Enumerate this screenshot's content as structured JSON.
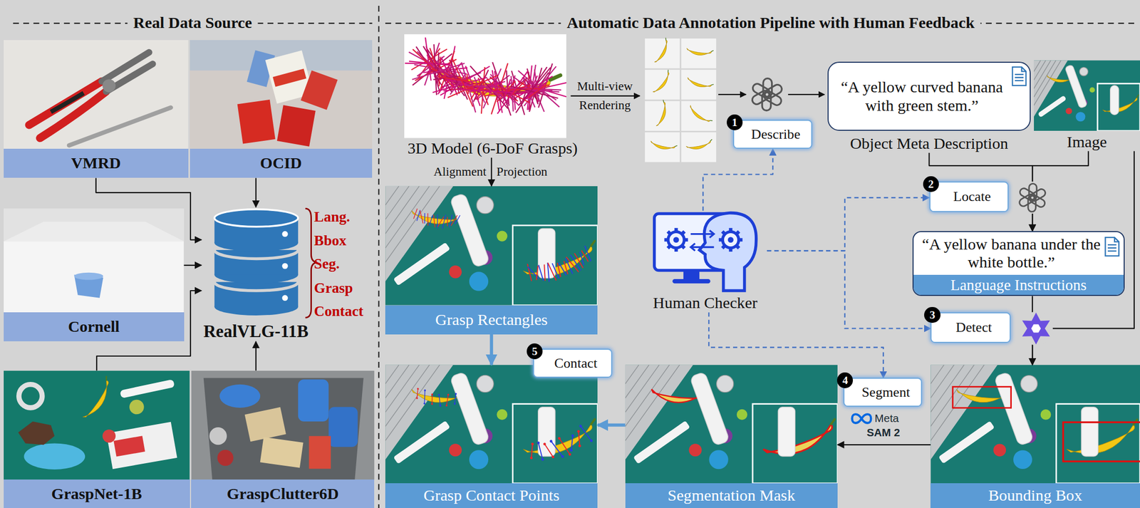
{
  "diagram": {
    "nodes": [
      {
        "text": [
          "VMRD"
        ]
      },
      {
        "text": [
          "OCID"
        ]
      },
      {
        "text": [
          "Cornell"
        ]
      },
      {
        "text": [
          "GraspNet-1B"
        ]
      },
      {
        "text": [
          "GraspClutter6D"
        ]
      },
      {
        "text": [
          "RealVLG-11B"
        ]
      },
      {
        "text": [
          "3D Model (6-DoF Grasps)"
        ]
      },
      {
        "text": [
          "Grasp Rectangles"
        ]
      },
      {
        "text": [
          "1",
          "Describe"
        ]
      },
      {
        "text": [
          "“A yellow curved banana with green stem.”",
          "Object Meta Description"
        ]
      },
      {
        "text": [
          "Image"
        ]
      },
      {
        "text": [
          "Human Checker"
        ]
      },
      {
        "text": [
          "2",
          "Locate"
        ]
      },
      {
        "text": [
          "“A yellow banana under the white bottle.”",
          "Language Instructions"
        ]
      },
      {
        "text": [
          "3",
          "Detect"
        ]
      },
      {
        "text": [
          "Bounding Box"
        ]
      },
      {
        "text": [
          "4",
          "Segment"
        ]
      },
      {
        "text": [
          "Segmentation Mask"
        ]
      },
      {
        "text": [
          "5",
          "Contact"
        ]
      },
      {
        "text": [
          "Grasp Contact Points"
        ]
      }
    ],
    "edges": [
      {
        "from": 0,
        "to": 5,
        "arrow": "to"
      },
      {
        "from": 1,
        "to": 5,
        "arrow": "to"
      },
      {
        "from": 2,
        "to": 5,
        "arrow": "to"
      },
      {
        "from": 3,
        "to": 5,
        "arrow": "to"
      },
      {
        "from": 4,
        "to": 5,
        "arrow": "to"
      },
      {
        "from": 6,
        "to": 7,
        "arrow": "to"
      },
      {
        "from": 7,
        "to": 19,
        "arrow": "to"
      },
      {
        "from": 9,
        "to": 13,
        "arrow": "to"
      },
      {
        "from": 10,
        "to": 13,
        "arrow": "to"
      },
      {
        "from": 13,
        "to": 15,
        "arrow": "to"
      },
      {
        "from": 10,
        "to": 15,
        "arrow": "to"
      },
      {
        "from": 15,
        "to": 17,
        "arrow": "to"
      },
      {
        "from": 17,
        "to": 19,
        "arrow": "to"
      },
      {
        "from": 11,
        "to": 8,
        "arrow": "to"
      },
      {
        "from": 11,
        "to": 12,
        "arrow": "to"
      },
      {
        "from": 11,
        "to": 14,
        "arrow": "to"
      },
      {
        "from": 11,
        "to": 16,
        "arrow": "to"
      }
    ],
    "labels": [
      "Real Data Source",
      "Automatic Data Annotation Pipeline with Human Feedback",
      "Lang.",
      "Bbox",
      "Seg.",
      "Grasp",
      "Contact",
      "Multi-view",
      "Rendering",
      "Alignment",
      "Projection",
      "Meta",
      "SAM 2"
    ]
  }
}
